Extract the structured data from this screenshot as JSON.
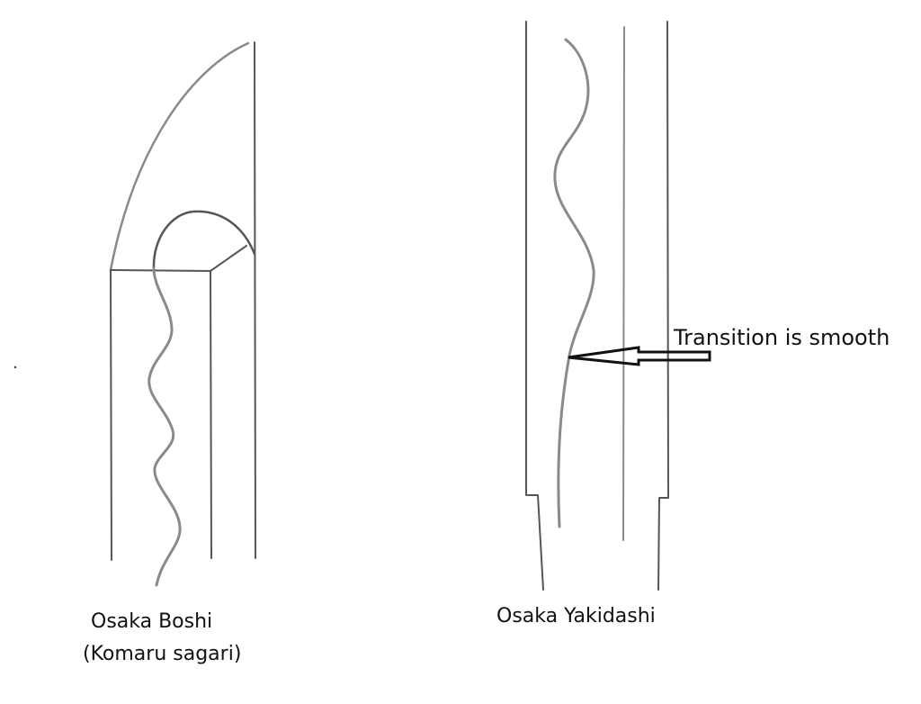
{
  "diagram": {
    "left_figure": {
      "title": "Osaka Boshi",
      "subtitle": "(Komaru sagari)"
    },
    "right_figure": {
      "title": "Osaka Yakidashi",
      "annotation": "Transition is smooth"
    },
    "colors": {
      "background": "#ffffff",
      "pencil": "#555555",
      "ink": "#111111"
    }
  }
}
